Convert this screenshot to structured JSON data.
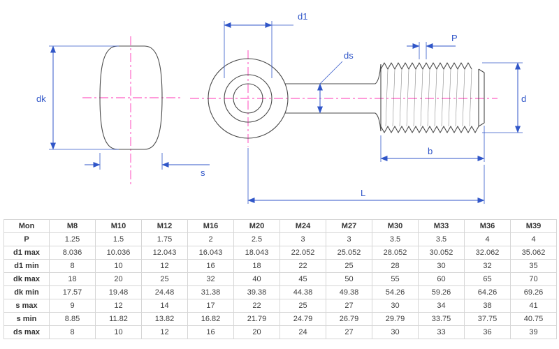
{
  "drawing": {
    "labels": {
      "d1": "d1",
      "ds": "ds",
      "P": "P",
      "d": "d",
      "dk": "dk",
      "s": "s",
      "b": "b",
      "L": "L"
    },
    "colors": {
      "dimension": "#3056c8",
      "centerline": "#ff35b5",
      "outline": "#4a4a4a"
    }
  },
  "table": {
    "header": [
      "Mon",
      "M8",
      "M10",
      "M12",
      "M16",
      "M20",
      "M24",
      "M27",
      "M30",
      "M33",
      "M36",
      "M39"
    ],
    "rows": [
      {
        "label": "P",
        "values": [
          "1.25",
          "1.5",
          "1.75",
          "2",
          "2.5",
          "3",
          "3",
          "3.5",
          "3.5",
          "4",
          "4"
        ]
      },
      {
        "label": "d1 max",
        "values": [
          "8.036",
          "10.036",
          "12.043",
          "16.043",
          "18.043",
          "22.052",
          "25.052",
          "28.052",
          "30.052",
          "32.062",
          "35.062"
        ]
      },
      {
        "label": "d1 min",
        "values": [
          "8",
          "10",
          "12",
          "16",
          "18",
          "22",
          "25",
          "28",
          "30",
          "32",
          "35"
        ]
      },
      {
        "label": "dk max",
        "values": [
          "18",
          "20",
          "25",
          "32",
          "40",
          "45",
          "50",
          "55",
          "60",
          "65",
          "70"
        ]
      },
      {
        "label": "dk min",
        "values": [
          "17.57",
          "19.48",
          "24.48",
          "31.38",
          "39.38",
          "44.38",
          "49.38",
          "54.26",
          "59.26",
          "64.26",
          "69.26"
        ]
      },
      {
        "label": "s max",
        "values": [
          "9",
          "12",
          "14",
          "17",
          "22",
          "25",
          "27",
          "30",
          "34",
          "38",
          "41"
        ]
      },
      {
        "label": "s min",
        "values": [
          "8.85",
          "11.82",
          "13.82",
          "16.82",
          "21.79",
          "24.79",
          "26.79",
          "29.79",
          "33.75",
          "37.75",
          "40.75"
        ]
      },
      {
        "label": "ds max",
        "values": [
          "8",
          "10",
          "12",
          "16",
          "20",
          "24",
          "27",
          "30",
          "33",
          "36",
          "39"
        ]
      }
    ]
  }
}
